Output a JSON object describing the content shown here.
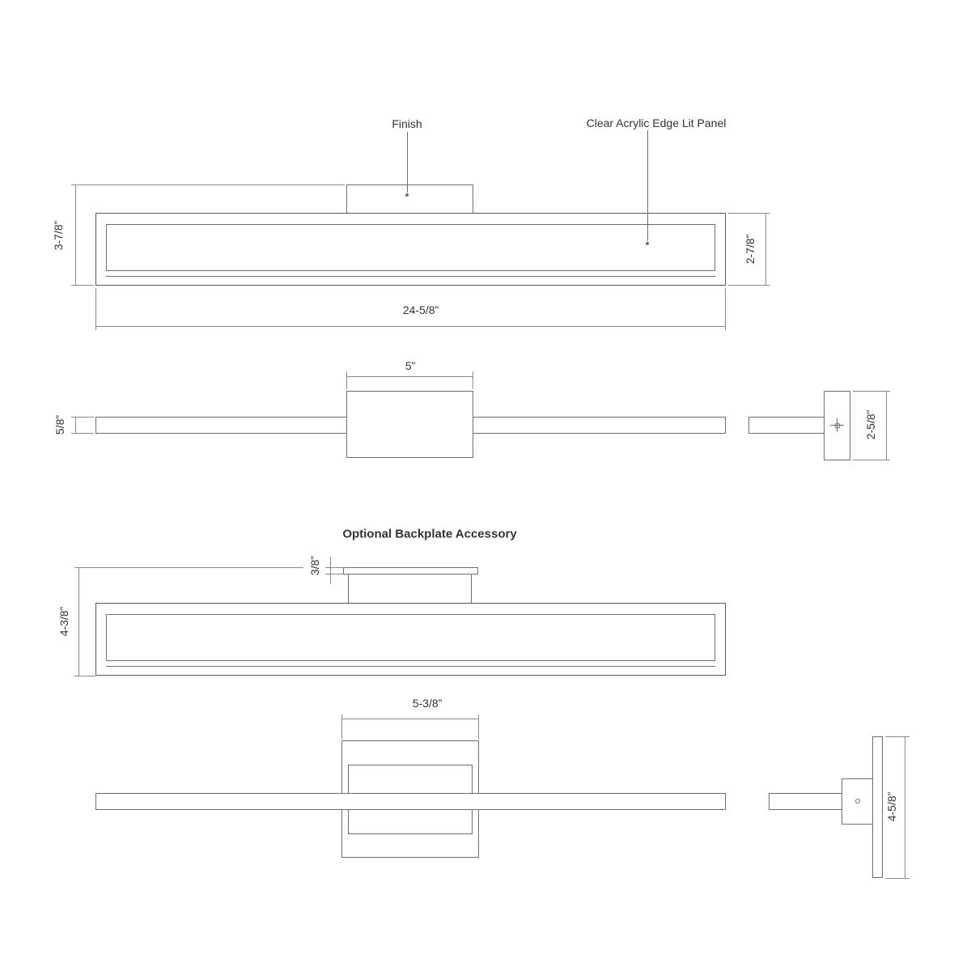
{
  "title": "Optional Backplate Accessory",
  "callouts": {
    "finish": "Finish",
    "acrylic_panel": "Clear Acrylic Edge Lit Panel"
  },
  "dims": {
    "front_total_height": "3-7/8”",
    "front_body_height": "2-7/8”",
    "front_width": "24-5/8”",
    "plan_canopy_width": "5”",
    "plan_bar_depth": "5/8”",
    "plan_side_height": "2-5/8”",
    "bp_plate_thickness": "3/8”",
    "bp_front_height": "4-3/8”",
    "bp_plate_width": "5-3/8”",
    "bp_side_height": "4-5/8”"
  },
  "colors": {
    "line": "#6f6f6f",
    "dim_line": "#8a8a8a",
    "text": "#333333",
    "background": "#ffffff"
  }
}
